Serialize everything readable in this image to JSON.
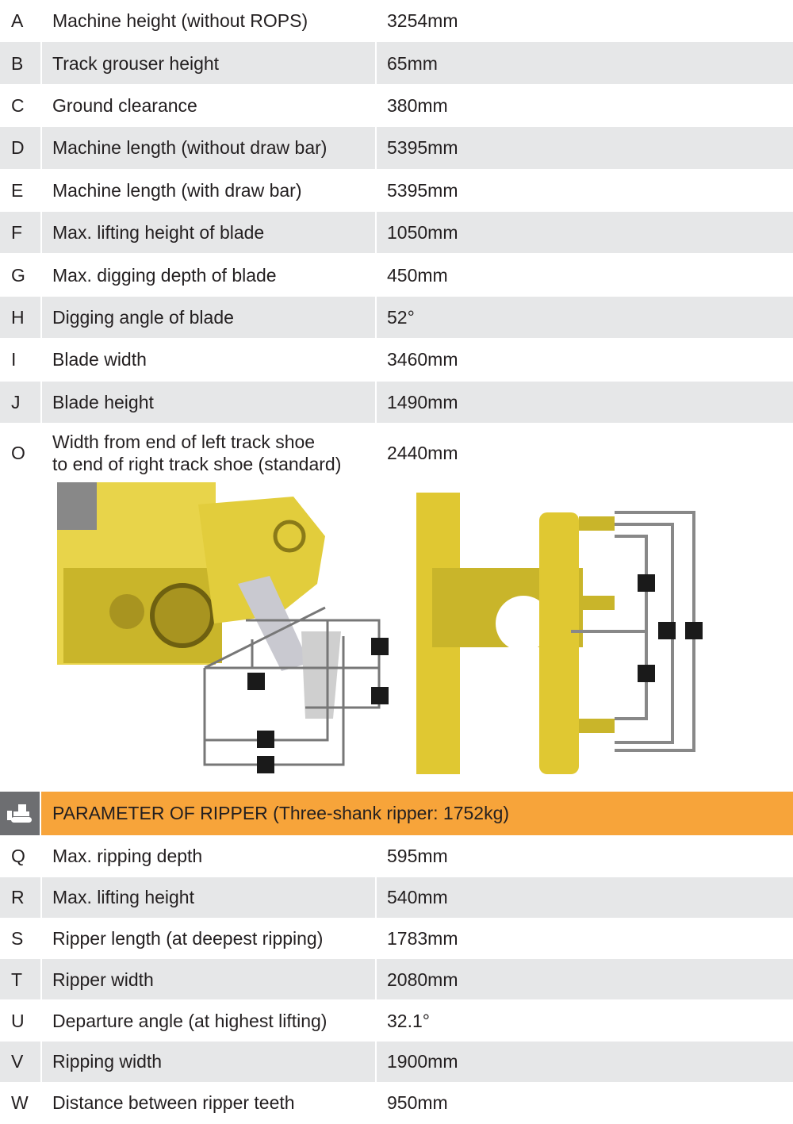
{
  "dimensions": [
    {
      "code": "A",
      "name": "Machine height (without ROPS)",
      "value": "3254mm"
    },
    {
      "code": "B",
      "name": "Track grouser height",
      "value": "65mm"
    },
    {
      "code": "C",
      "name": "Ground clearance",
      "value": "380mm"
    },
    {
      "code": "D",
      "name": "Machine length (without draw bar)",
      "value": "5395mm"
    },
    {
      "code": "E",
      "name": "Machine length (with draw bar)",
      "value": "5395mm"
    },
    {
      "code": "F",
      "name": "Max. lifting height of blade",
      "value": "1050mm"
    },
    {
      "code": "G",
      "name": "Max. digging depth of blade",
      "value": "450mm"
    },
    {
      "code": "H",
      "name": "Digging angle of blade",
      "value": "52°"
    },
    {
      "code": "I",
      "name": "Blade width",
      "value": "3460mm"
    },
    {
      "code": "J",
      "name": "Blade height",
      "value": "1490mm"
    },
    {
      "code": "O",
      "name_line1": "Width from end of left track shoe",
      "name_line2": "to end of right track shoe (standard)",
      "value": "2440mm"
    }
  ],
  "ripper_header": {
    "title": "PARAMETER OF RIPPER (Three-shank ripper: 1752kg)",
    "icon": "bulldozer-icon",
    "color": "#f7a43a"
  },
  "ripper": [
    {
      "code": "Q",
      "name": "Max. ripping depth",
      "value": "595mm"
    },
    {
      "code": "R",
      "name": "Max. lifting height",
      "value": "540mm"
    },
    {
      "code": "S",
      "name": "Ripper length (at deepest ripping)",
      "value": "1783mm"
    },
    {
      "code": "T",
      "name": "Ripper width",
      "value": "2080mm"
    },
    {
      "code": "U",
      "name": "Departure angle (at highest lifting)",
      "value": "32.1°"
    },
    {
      "code": "V",
      "name": "Ripping width",
      "value": "1900mm"
    },
    {
      "code": "W",
      "name": "Distance between ripper teeth",
      "value": "950mm"
    }
  ]
}
